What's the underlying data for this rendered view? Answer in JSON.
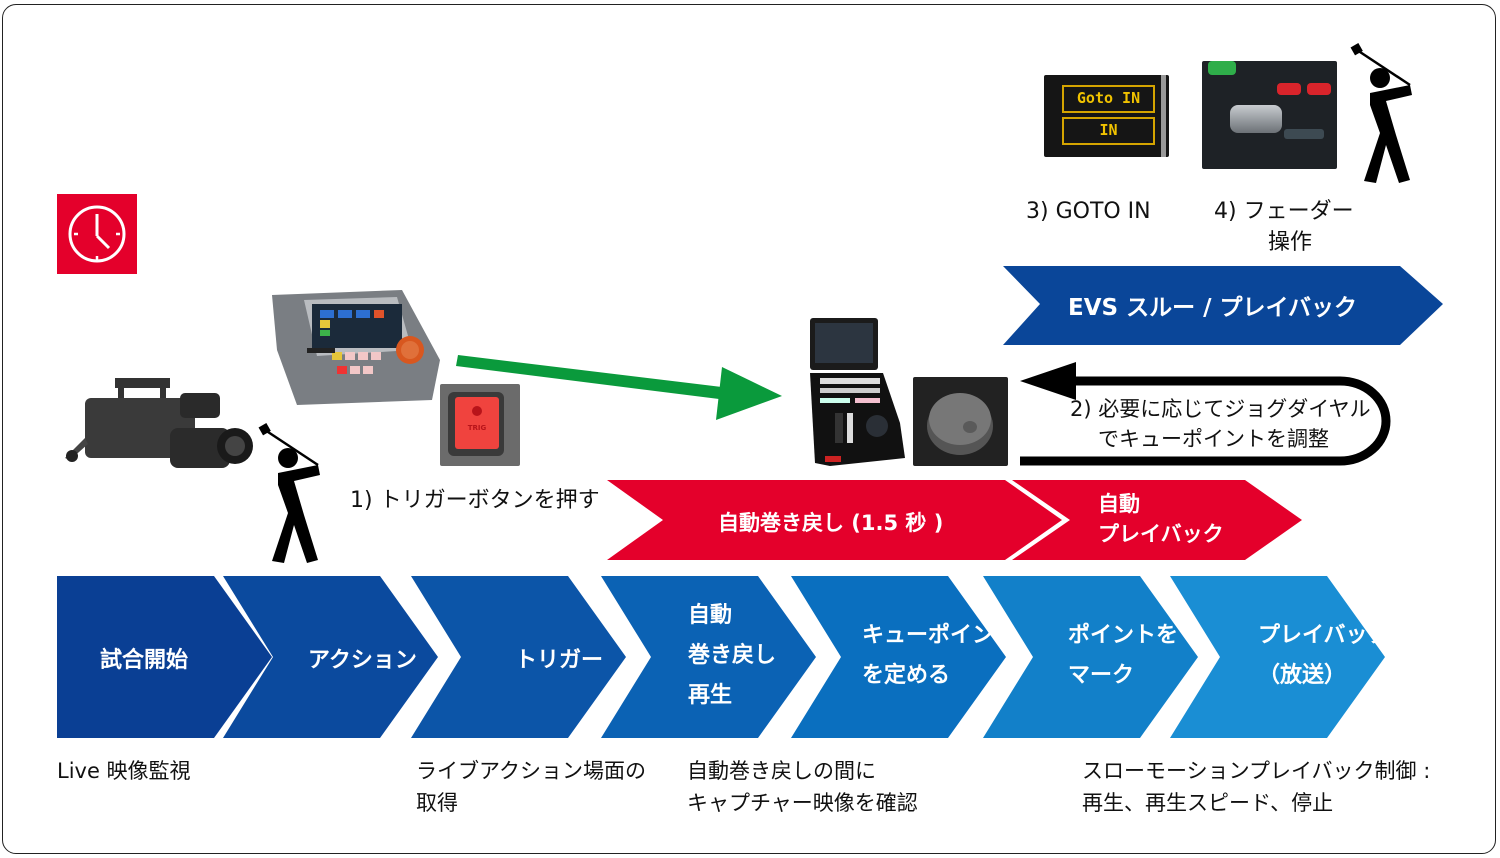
{
  "colors": {
    "navy": "#0a3f94",
    "blue_light": "#1a8ed4",
    "red": "#e4002b",
    "green": "#0a9a3c",
    "black": "#000000",
    "evs_blue": "#0a4699"
  },
  "icons": {
    "clock": "clock-icon",
    "golfer": "golfer-icon"
  },
  "top_steps": {
    "goto_in": {
      "label": "3) GOTO IN",
      "panel_line1": "Goto IN",
      "panel_line2": "IN"
    },
    "fader": {
      "label_line1": "4) フェーダー",
      "label_line2": "操作"
    }
  },
  "evs_banner": {
    "label": "EVS スルー / プレイバック"
  },
  "jog_note": {
    "line1": "2) 必要に応じてジョグダイヤル",
    "line2": "でキューポイントを調整"
  },
  "trigger_note": {
    "label": "1) トリガーボタンを押す",
    "button_text": "TRIG"
  },
  "red_steps": [
    {
      "label": "自動巻き戻し (1.5 秒 )"
    },
    {
      "line1": "自動",
      "line2": "プレイバック"
    }
  ],
  "flow_steps": [
    {
      "lines": [
        "試合開始"
      ]
    },
    {
      "lines": [
        "アクション"
      ]
    },
    {
      "lines": [
        "トリガー"
      ]
    },
    {
      "lines": [
        "自動",
        "巻き戻し",
        "再生"
      ]
    },
    {
      "lines": [
        "キューポイント",
        "を定める"
      ]
    },
    {
      "lines": [
        "ポイントを",
        "マーク"
      ]
    },
    {
      "lines": [
        "プレイバック",
        "（放送）"
      ]
    }
  ],
  "descriptions": [
    {
      "line1": "Live 映像監視",
      "line2": ""
    },
    {
      "line1": "ライブアクション場面の",
      "line2": "取得"
    },
    {
      "line1": "自動巻き戻しの間に",
      "line2": "キャプチャー映像を確認"
    },
    {
      "line1": "スローモーションプレイバック制御 :",
      "line2": "再生、再生スピード、停止"
    }
  ]
}
